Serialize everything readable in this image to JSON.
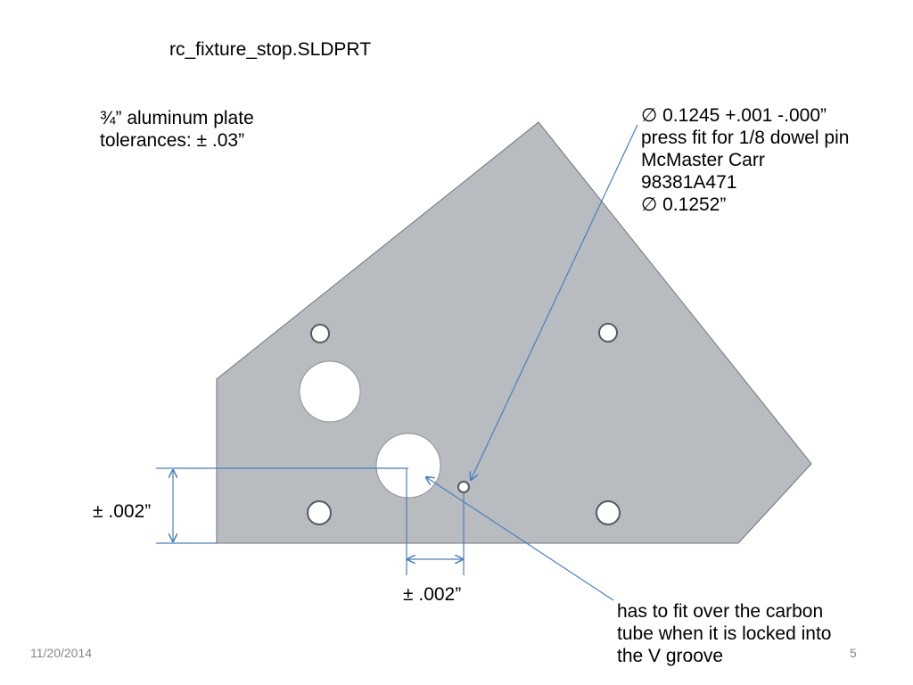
{
  "title": "rc_fixture_stop.SLDPRT",
  "material_notes": [
    "¾” aluminum plate",
    "tolerances:  ± .03”"
  ],
  "hole_note": [
    "∅  0.1245 +.001 -.000”",
    "press fit for 1/8 dowel pin",
    "McMaster Carr",
    "98381A471",
    "∅ 0.1252”"
  ],
  "dim_vertical": "± .002”",
  "dim_horizontal": "± .002”",
  "fit_note": [
    "has to fit over the carbon",
    "tube  when it is locked into",
    "the V groove"
  ],
  "footer": {
    "date": "11/20/2014",
    "page_number": "5"
  },
  "colors": {
    "plate_fill": "#b8bcc1",
    "plate_stroke": "#6f747a",
    "dimension_line": "#4a7ebb"
  }
}
